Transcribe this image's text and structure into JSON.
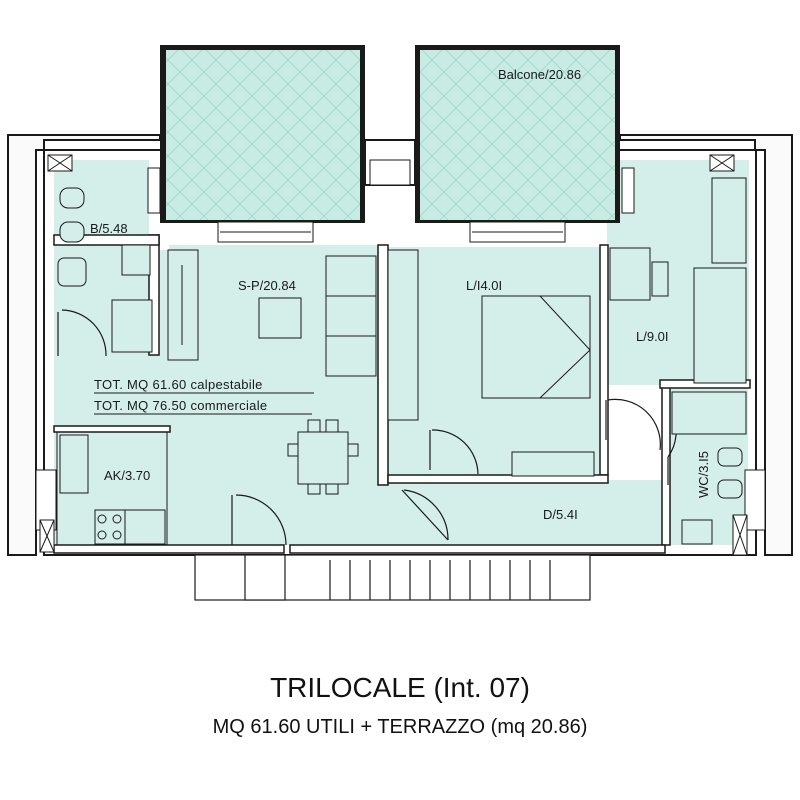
{
  "rooms": {
    "balcone": "Balcone/20.86",
    "bagno": "B/5.48",
    "soggiorno": "S-P/20.84",
    "letto1": "L/I4.0I",
    "letto2": "L/9.0I",
    "cucina": "AK/3.70",
    "disimpegno": "D/5.4I",
    "wc": "WC/3.I5"
  },
  "totals": {
    "calpestabile": "TOT. MQ 61.60 calpestabile",
    "commerciale": "TOT. MQ 76.50 commerciale"
  },
  "caption": {
    "title": "TRILOCALE (Int. 07)",
    "subtitle": "MQ 61.60 UTILI + TERRAZZO (mq 20.86)"
  },
  "colors": {
    "floor": "#d4eee9",
    "balcony": "#c8ebe3",
    "wall": "#ffffff",
    "line": "#1a1a1a"
  }
}
